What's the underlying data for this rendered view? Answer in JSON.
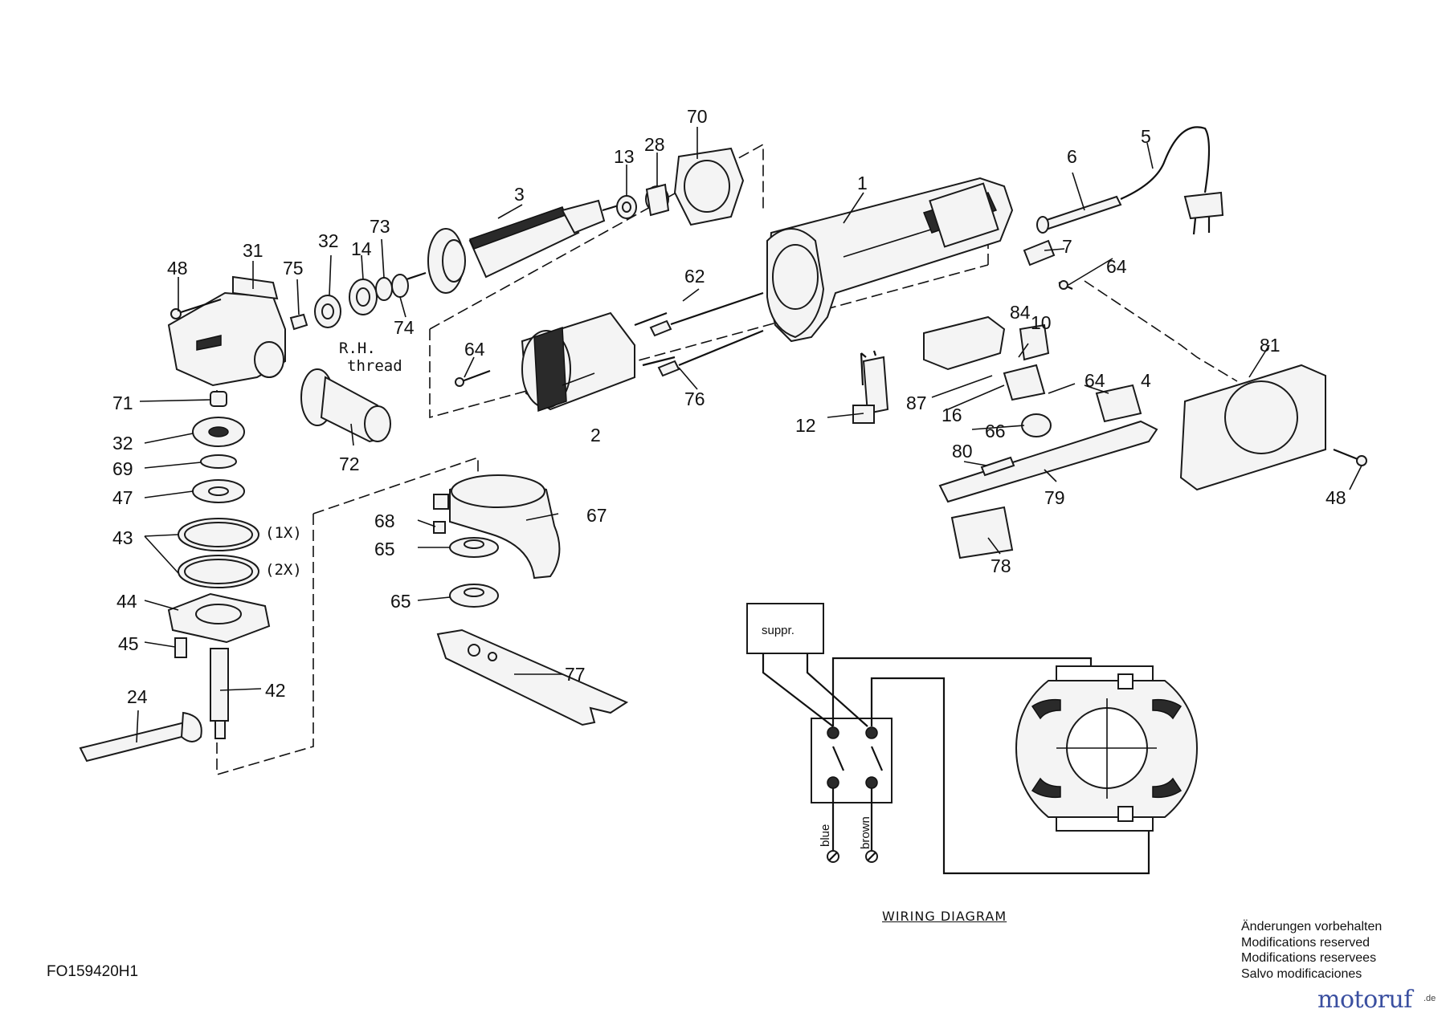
{
  "diagram": {
    "code": "FO159420H1",
    "notes": {
      "rh": "R.H.",
      "thread": "thread",
      "x1": "(1X)",
      "x2": "(2X)"
    },
    "parts": {
      "p1": "1",
      "p2": "2",
      "p3": "3",
      "p4": "4",
      "p5": "5",
      "p6": "6",
      "p7": "7",
      "p10": "10",
      "p12": "12",
      "p13": "13",
      "p14": "14",
      "p16": "16",
      "p24": "24",
      "p28": "28",
      "p31": "31",
      "p32a": "32",
      "p32b": "32",
      "p42": "42",
      "p43": "43",
      "p44": "44",
      "p45": "45",
      "p47": "47",
      "p48a": "48",
      "p48b": "48",
      "p62": "62",
      "p64a": "64",
      "p64b": "64",
      "p64c": "64",
      "p65a": "65",
      "p65b": "65",
      "p66": "66",
      "p67": "67",
      "p68": "68",
      "p69": "69",
      "p70": "70",
      "p71": "71",
      "p72": "72",
      "p73": "73",
      "p74": "74",
      "p75": "75",
      "p76": "76",
      "p77": "77",
      "p78": "78",
      "p79": "79",
      "p80": "80",
      "p81": "81",
      "p84": "84",
      "p87": "87"
    },
    "wiring": {
      "title": "WIRING DIAGRAM",
      "suppr": "suppr.",
      "blue": "blue",
      "brown": "brown"
    },
    "modifications": [
      "Änderungen vorbehalten",
      "Modifications reserved",
      "Modifications reservees",
      "Salvo modificaciones"
    ],
    "brand": {
      "name": "motoruf",
      "tld": ".de"
    }
  }
}
